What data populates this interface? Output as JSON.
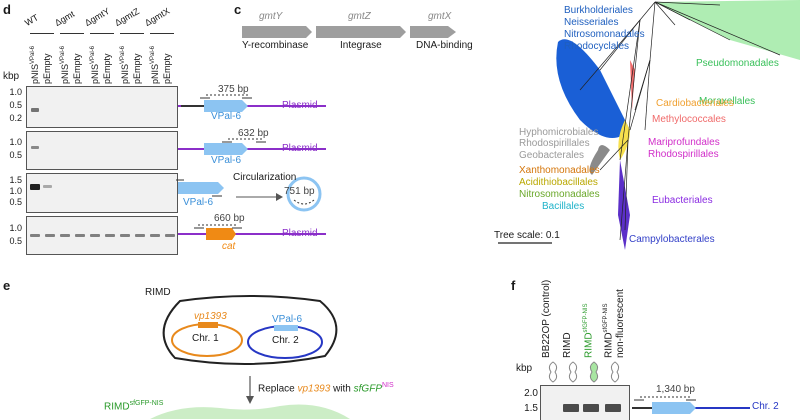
{
  "panel_d": {
    "letter": "d",
    "kbp_label": "kbp",
    "groups": [
      "WT",
      "Δgmt",
      "ΔgmtY",
      "ΔgmtZ",
      "ΔgmtX"
    ],
    "lanes": [
      "pNIS",
      "pEmpty"
    ],
    "lane_superscript": "VPal-6",
    "gel_rows": [
      {
        "ticks": [
          "1.0",
          "0.5",
          "0.2"
        ],
        "amplicon": "375 bp",
        "element": "VPal-6",
        "target": "Plasmid"
      },
      {
        "ticks": [
          "1.0",
          "0.5"
        ],
        "amplicon": "632 bp",
        "element": "VPal-6",
        "target": "Plasmid"
      },
      {
        "ticks": [
          "1.5",
          "1.0",
          "0.5"
        ],
        "element": "VPal-6",
        "process": "Circularization",
        "amplicon": "751 bp"
      },
      {
        "ticks": [
          "1.0",
          "0.5"
        ],
        "amplicon": "660 bp",
        "element": "cat",
        "target": "Plasmid"
      }
    ]
  },
  "panel_c": {
    "letter": "c",
    "genes": [
      {
        "name": "gmtY",
        "function": "Y-recombinase"
      },
      {
        "name": "gmtZ",
        "function": "Integrase"
      },
      {
        "name": "gmtX",
        "function": "DNA-binding"
      }
    ]
  },
  "tree": {
    "scale_label": "Tree scale: 0.1",
    "orders": [
      {
        "name": "Burkholderiales",
        "color": "#1f5fbf"
      },
      {
        "name": "Neisseriales",
        "color": "#1f5fbf"
      },
      {
        "name": "Nitrosomonadales",
        "color": "#1f5fbf"
      },
      {
        "name": "Rhodocyclales",
        "color": "#1f5fbf"
      },
      {
        "name": "Pseudomonadales",
        "color": "#39c05a"
      },
      {
        "name": "Moraxellales",
        "color": "#39c05a"
      },
      {
        "name": "Cardiobacteriales",
        "color": "#f0a030"
      },
      {
        "name": "Methylococcales",
        "color": "#f06a6a"
      },
      {
        "name": "Hyphomicrobiales",
        "color": "#9a9a9a"
      },
      {
        "name": "Rhodospirillales",
        "color": "#9a9a9a"
      },
      {
        "name": "Geobacterales",
        "color": "#9a9a9a"
      },
      {
        "name": "Mariprofundales",
        "color": "#d12ec9"
      },
      {
        "name": "Rhodospirillales",
        "color": "#d12ec9"
      },
      {
        "name": "Xanthomonadales",
        "color": "#d4750a"
      },
      {
        "name": "Acidithiobacillales",
        "color": "#b9a800"
      },
      {
        "name": "Nitrosomonadales",
        "color": "#6aa82a"
      },
      {
        "name": "Bacillales",
        "color": "#1fb3c9"
      },
      {
        "name": "Eubacteriales",
        "color": "#8a2be2"
      },
      {
        "name": "Campylobacterales",
        "color": "#3340c8"
      }
    ]
  },
  "panel_e": {
    "letter": "e",
    "cell_label": "RIMD",
    "chr1_gene": "vp1393",
    "chr1_label": "Chr. 1",
    "chr2_element": "VPal-6",
    "chr2_label": "Chr. 2",
    "replace_prefix": "Replace",
    "replace_gene": "vp1393",
    "replace_with": "with",
    "replace_new": "sfGFP",
    "replace_new_sup": "NIS",
    "result_strain": "RIMD",
    "result_strain_sup": "sfGFP-NIS"
  },
  "panel_f": {
    "letter": "f",
    "kbp_label": "kbp",
    "lanes": [
      "BB22OP (control)",
      "RIMD",
      "RIMD",
      "RIMD"
    ],
    "lane_sups": [
      "",
      "",
      "sfGFP-NIS",
      "sfGFP-NIS"
    ],
    "lane4_second_line": "non-fluorescent",
    "ticks": [
      "2.0",
      "1.5"
    ],
    "amplicon": "1,340 bp",
    "target": "Chr. 2"
  }
}
